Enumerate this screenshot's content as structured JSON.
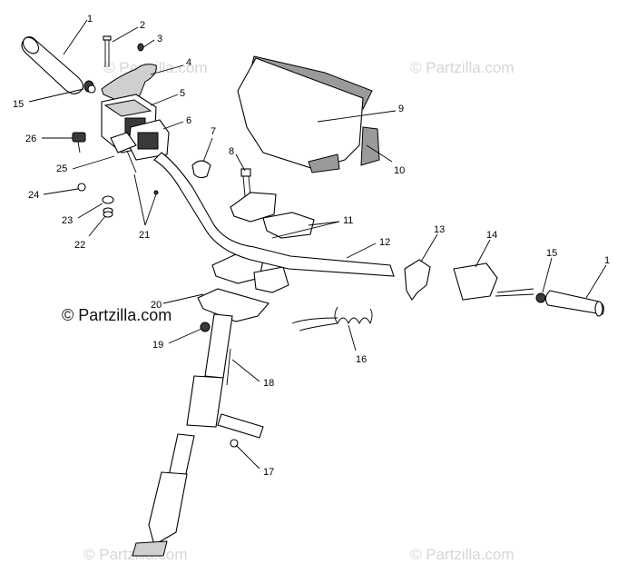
{
  "watermarks": {
    "brand": "© Partzilla.com",
    "main": "© Partzilla.com"
  },
  "callouts": [
    "1",
    "2",
    "3",
    "4",
    "15",
    "5",
    "6",
    "26",
    "7",
    "8",
    "25",
    "24",
    "23",
    "22",
    "21",
    "9",
    "10",
    "11",
    "12",
    "13",
    "14",
    "15",
    "1",
    "20",
    "19",
    "16",
    "18",
    "17"
  ]
}
